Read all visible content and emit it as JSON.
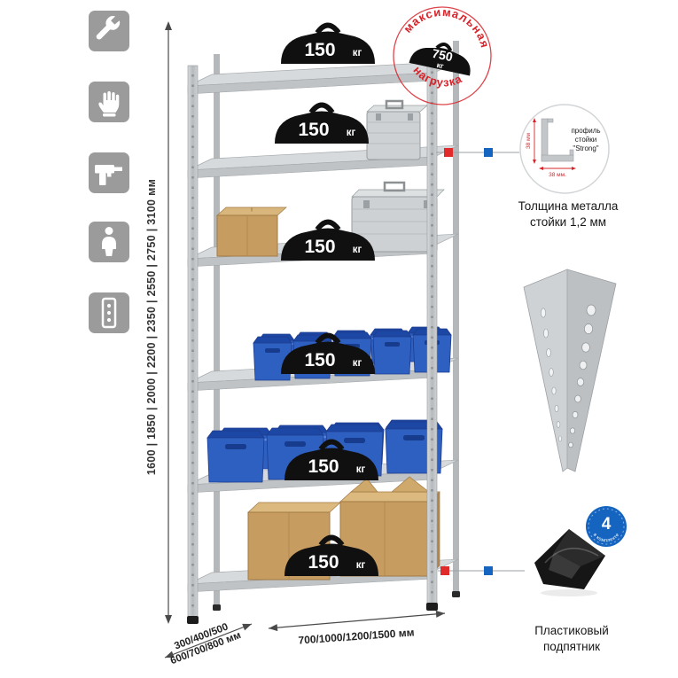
{
  "colors": {
    "accent_red": "#d8232a",
    "accent_blue": "#1565c0",
    "marker_red": "#e12a2a",
    "marker_blue": "#1565c0",
    "badge_black": "#101010",
    "metal_light": "#d2d5d7",
    "metal_mid": "#bcc0c3",
    "icon_tile_gray": "#9b9b9b"
  },
  "left_toolbar": {
    "icons": [
      {
        "name": "wrench-icon"
      },
      {
        "name": "gloves-icon"
      },
      {
        "name": "drill-icon"
      },
      {
        "name": "person-icon"
      },
      {
        "name": "post-icon"
      }
    ]
  },
  "dimensions": {
    "height_options": "1600 | 1850 | 2000 | 2200 | 2350 | 2550 | 2750 | 3100 мм",
    "depth_options_line1": "300/400/500",
    "depth_options_line2": "600/700/800 мм",
    "width_options": "700/1000/1200/1500 мм"
  },
  "rack": {
    "shelf_badges": [
      {
        "value": "150",
        "unit": "кг"
      },
      {
        "value": "150",
        "unit": "кг"
      },
      {
        "value": "150",
        "unit": "кг"
      },
      {
        "value": "150",
        "unit": "кг"
      },
      {
        "value": "150",
        "unit": "кг"
      },
      {
        "value": "150",
        "unit": "кг"
      }
    ]
  },
  "max_load_stamp": {
    "arc_top": "максимальная",
    "arc_bottom": "нагрузка",
    "value": "750",
    "unit": "кг"
  },
  "profile_detail": {
    "label_line1": "профиль",
    "label_line2": "стойки",
    "label_line3": "\"Strong\"",
    "dim_vertical": "38 мм",
    "dim_horizontal": "38 мм.",
    "caption_line1": "Толщина металла",
    "caption_line2": "стойки 1,2 мм"
  },
  "foot_detail": {
    "badge_value": "4",
    "badge_text": "в комплекте",
    "caption_line1": "Пластиковый",
    "caption_line2": "подпятник"
  }
}
